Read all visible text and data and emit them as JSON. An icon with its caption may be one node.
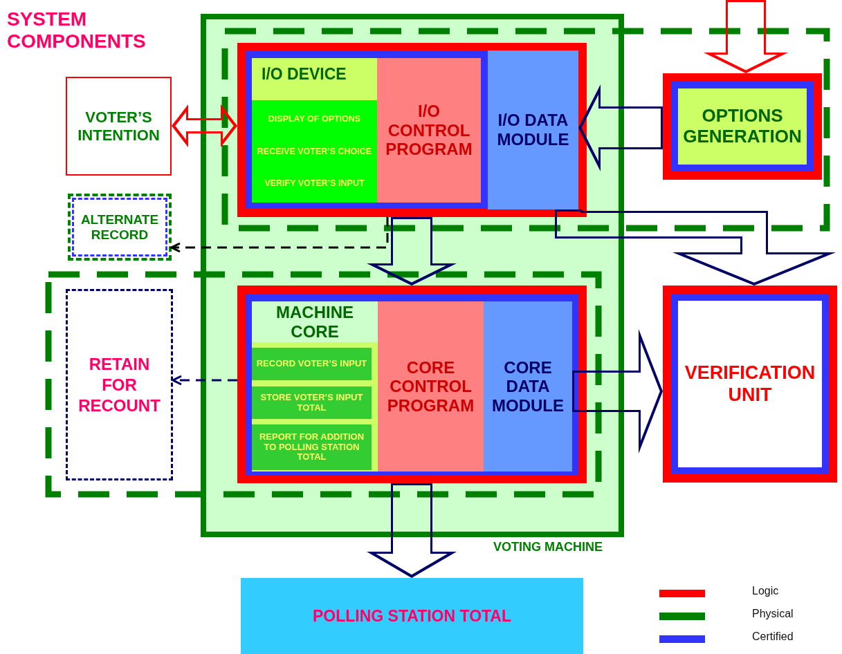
{
  "diagram": {
    "title": "SYSTEM COMPONENTS",
    "nodes": [
      {
        "text": [],
        "shape": "box",
        "beside": [
          "VOTING MACHINE"
        ]
      },
      {
        "text": [],
        "shape": "box",
        "in": 0
      },
      {
        "text": [
          "I/O DEVICE",
          "DISPLAY OF OPTIONS",
          "RECEIVE VOTER’S CHOICE",
          "VERIFY VOTER’S INPUT"
        ],
        "in": 1
      },
      {
        "text": [
          "I/O CONTROL PROGRAM"
        ],
        "in": 1
      },
      {
        "text": [
          "I/O DATA MODULE"
        ],
        "in": 1
      },
      {
        "text": [],
        "shape": "box",
        "in": 0
      },
      {
        "text": [
          "MACHINE CORE"
        ],
        "in": 5
      },
      {
        "text": [
          "RECORD VOTER’S INPUT"
        ],
        "in": 6
      },
      {
        "text": [
          "STORE VOTER’S INPUT TOTAL"
        ],
        "in": 6
      },
      {
        "text": [
          "REPORT FOR ADDITION TO POLLING STATION TOTAL"
        ],
        "in": 6
      },
      {
        "text": [
          "CORE CONTROL PROGRAM"
        ],
        "in": 5
      },
      {
        "text": [
          "CORE DATA MODULE"
        ],
        "in": 5
      },
      {
        "text": [
          "VOTER’S INTENTION"
        ]
      },
      {
        "text": [
          "ALTERNATE RECORD"
        ]
      },
      {
        "text": [
          "RETAIN FOR RECOUNT"
        ]
      },
      {
        "text": [
          "OPTIONS GENERATION"
        ]
      },
      {
        "text": [
          "VERIFICATION UNIT"
        ]
      },
      {
        "text": [
          "POLLING STATION TOTAL"
        ]
      }
    ],
    "edges": [
      {
        "from": 12,
        "to": 1,
        "arrow": "both",
        "color": "#ff0000"
      },
      {
        "from": null,
        "to": 15,
        "arrow": "to",
        "color": "#ff0000"
      },
      {
        "from": 15,
        "to": 4,
        "arrow": "to"
      },
      {
        "from": 4,
        "to": 16,
        "arrow": "to"
      },
      {
        "from": 1,
        "to": 5,
        "arrow": "to"
      },
      {
        "from": 1,
        "to": 13,
        "arrow": "to",
        "style": "dashed",
        "color": "#000000"
      },
      {
        "from": 5,
        "to": 14,
        "arrow": "to",
        "style": "dashed"
      },
      {
        "from": 11,
        "to": 16,
        "arrow": "to"
      },
      {
        "from": 5,
        "to": 17,
        "arrow": "to"
      }
    ],
    "legend": [
      {
        "text": "Logic",
        "color": "#ff0000"
      },
      {
        "text": "Physical",
        "color": "#008000"
      },
      {
        "text": "Certified",
        "color": "#3333ff"
      }
    ]
  }
}
